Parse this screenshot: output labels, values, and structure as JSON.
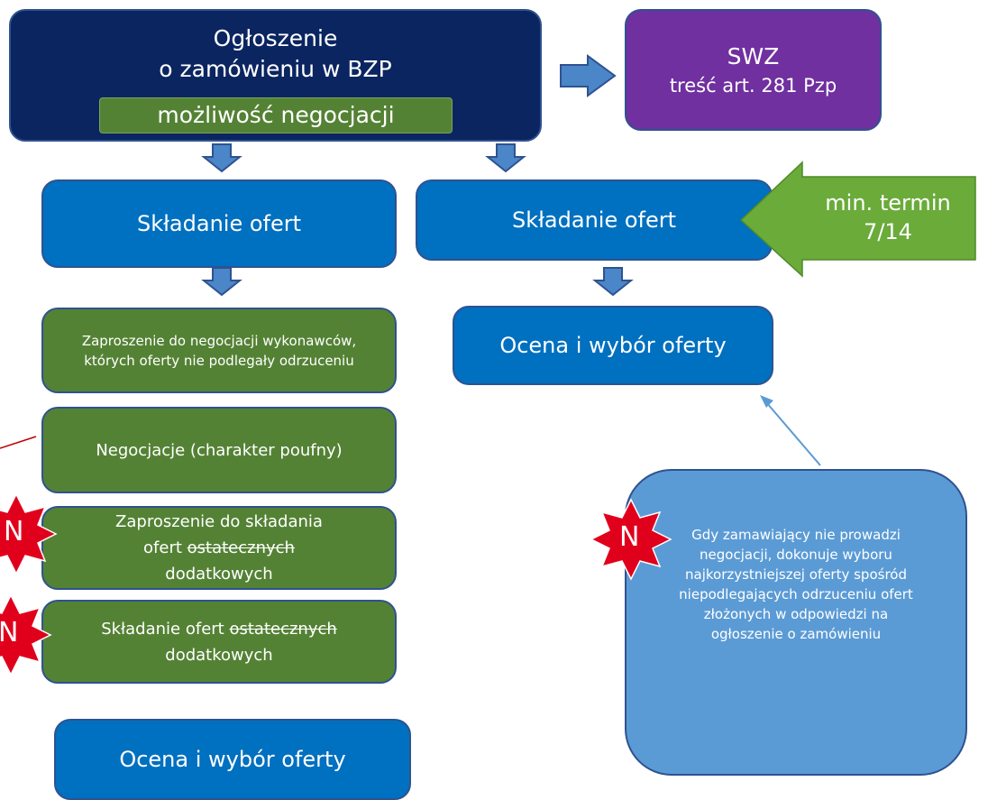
{
  "announcement": {
    "line1": "Ogłoszenie",
    "line2": "o zamówieniu w BZP",
    "option": "możliwość negocjacji"
  },
  "swz": {
    "title": "SWZ",
    "subtitle": "treść art. 281 Pzp"
  },
  "left_flow": {
    "submit_offers": "Składanie ofert",
    "invite_negotiation": "Zaproszenie do negocjacji wykonawców, których oferty nie podlegały odrzuceniu",
    "negotiations": "Negocjacje (charakter poufny)",
    "invite_additional_line1": "Zaproszenie do składania",
    "invite_additional_prefix": "ofert",
    "invite_additional_struck": "ostatecznych",
    "invite_additional_line3": "dodatkowych",
    "submit_additional_prefix": "Składanie ofert",
    "submit_additional_struck": "ostatecznych",
    "submit_additional_line2": "dodatkowych",
    "evaluation": "Ocena i wybór oferty"
  },
  "right_flow": {
    "submit_offers": "Składanie ofert",
    "min_term_line1": "min. termin",
    "min_term_line2": "7/14",
    "evaluation": "Ocena i wybór oferty",
    "note": "Gdy zamawiający nie prowadzi negocjacji, dokonuje wyboru najkorzystniejszej oferty spośród niepodlegających odrzuceniu ofert złożonych w odpowiedzi na ogłoszenie o zamówieniu"
  },
  "new_badge": "N",
  "colors": {
    "dark_navy": "#0b2561",
    "purple": "#7030a0",
    "blue": "#0070c0",
    "green": "#548235",
    "light_blue": "#5b9bd5",
    "arrow_blue": "#4a86c8",
    "badge_red": "#e0001b"
  }
}
